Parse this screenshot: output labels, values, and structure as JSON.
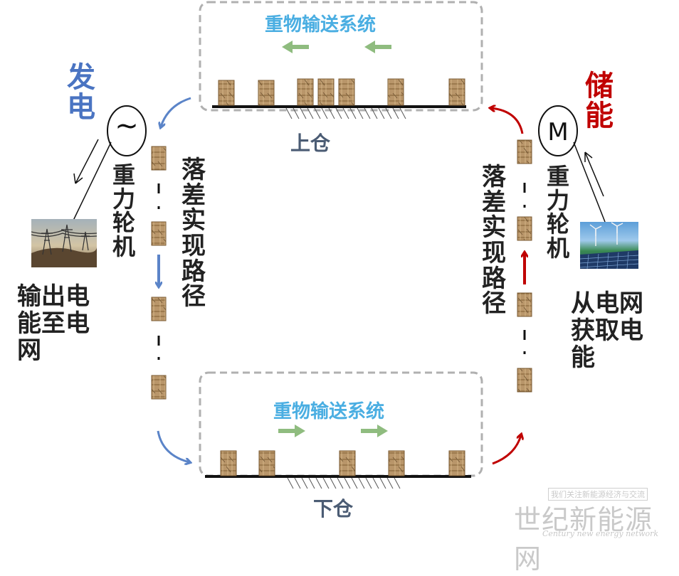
{
  "top_conveyor": {
    "title": "重物输送系统"
  },
  "bottom_conveyor": {
    "title": "重物输送系统"
  },
  "upper_bin": {
    "label": "上仓"
  },
  "lower_bin": {
    "label": "下仓"
  },
  "left": {
    "mode": "发电",
    "machine_symbol": "~",
    "turbine": "重力轮机",
    "path": "落差实现路径",
    "grid_text": "输出电能至电网"
  },
  "right": {
    "mode": "储能",
    "machine_symbol": "M",
    "turbine": "重力轮机",
    "path": "落差实现路径",
    "grid_text": "从电网获取电能"
  },
  "watermark": {
    "top": "我们关注新能源经济与交流",
    "main": "世纪新能源网",
    "sub": "Century new energy network"
  },
  "colors": {
    "blue_arrow": "#5b84c8",
    "red_arrow": "#c00000",
    "green_arrow": "#8fbc7f",
    "dashed_box": "#b0b0b0",
    "weight_block": "#b9966a"
  },
  "icons": [
    "generator-icon",
    "motor-icon",
    "power-tower-photo",
    "wind-solar-photo"
  ]
}
